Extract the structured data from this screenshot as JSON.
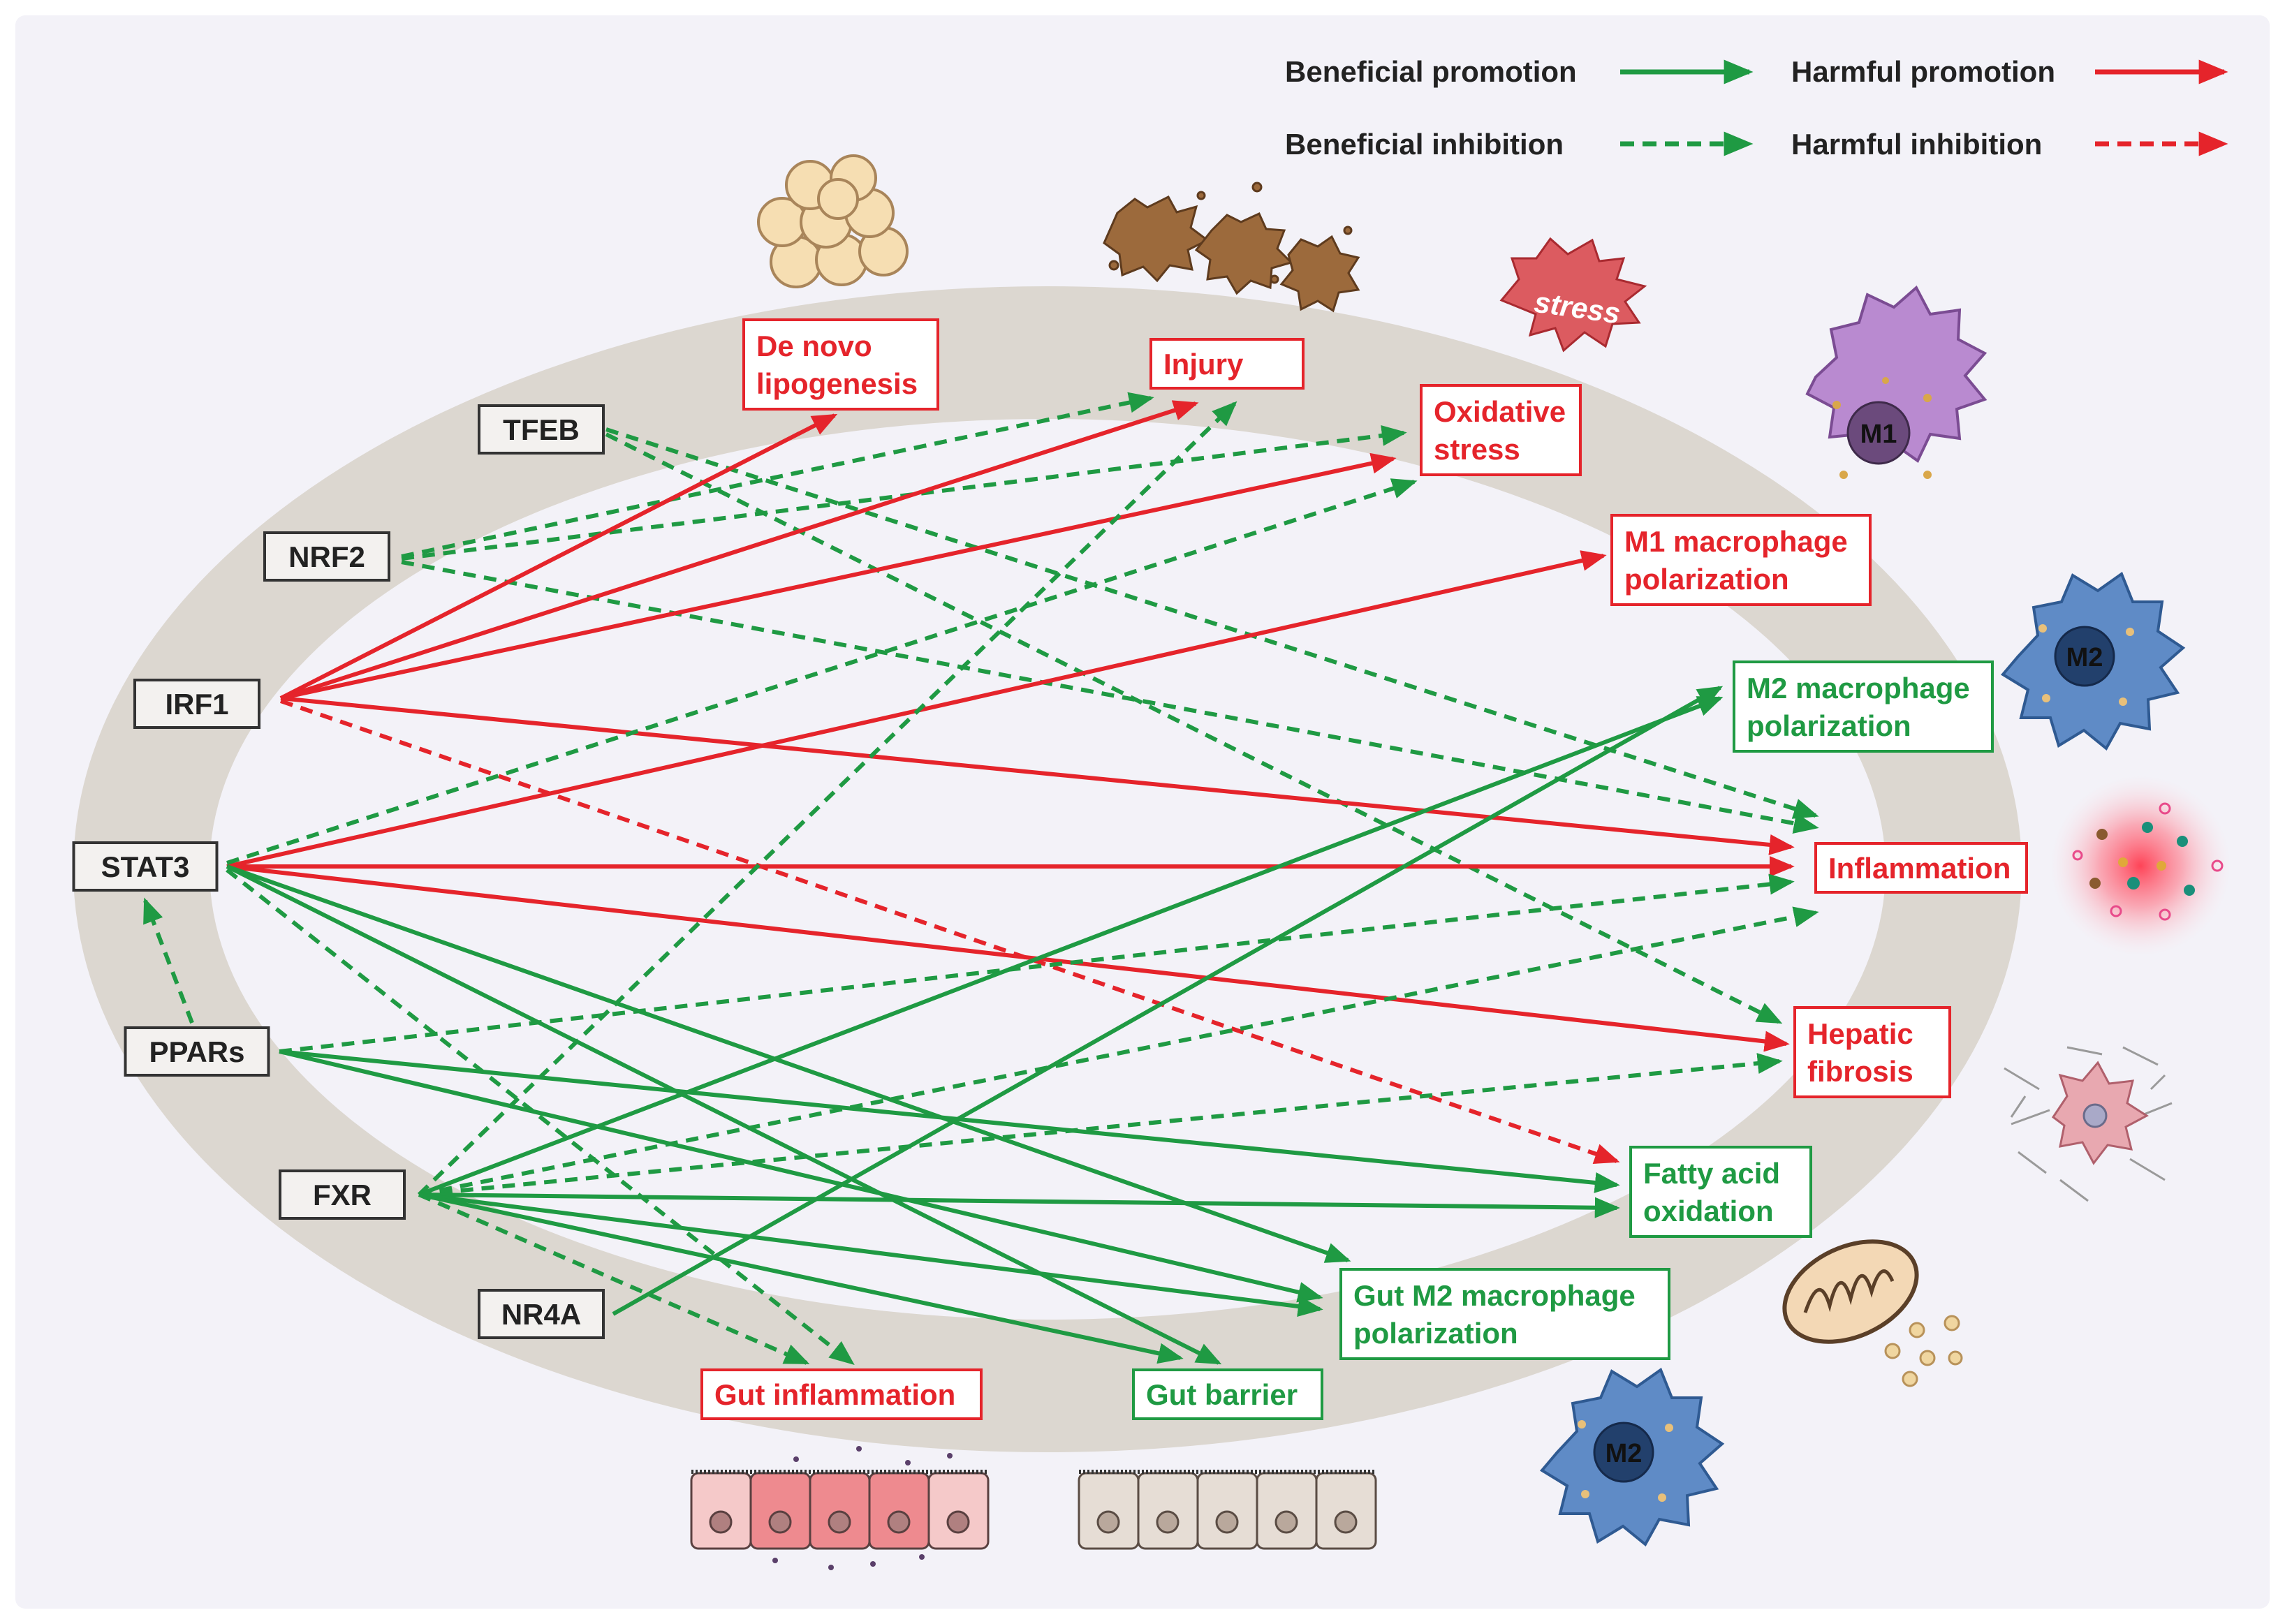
{
  "legend": {
    "beneficial_promotion": "Beneficial promotion",
    "harmful_promotion": "Harmful promotion",
    "beneficial_inhibition": "Beneficial inhibition",
    "harmful_inhibition": "Harmful inhibition"
  },
  "colors": {
    "beneficial": "#1f9a43",
    "harmful": "#e5242b",
    "node_border": "#333333",
    "node_fill": "#f3f1ef",
    "ellipse": "#dcd7d0",
    "background": "#f3f2f8"
  },
  "regulators": [
    {
      "id": "TFEB",
      "label": "TFEB"
    },
    {
      "id": "NRF2",
      "label": "NRF2"
    },
    {
      "id": "IRF1",
      "label": "IRF1"
    },
    {
      "id": "STAT3",
      "label": "STAT3"
    },
    {
      "id": "PPARs",
      "label": "PPARs"
    },
    {
      "id": "FXR",
      "label": "FXR"
    },
    {
      "id": "NR4A",
      "label": "NR4A"
    }
  ],
  "outcomes": [
    {
      "id": "DNL",
      "lines": [
        "De novo",
        "lipogenesis"
      ],
      "type": "harmful"
    },
    {
      "id": "INJ",
      "lines": [
        "Injury"
      ],
      "type": "harmful"
    },
    {
      "id": "OX",
      "lines": [
        "Oxidative",
        "stress"
      ],
      "type": "harmful"
    },
    {
      "id": "M1",
      "lines": [
        "M1 macrophage",
        "polarization"
      ],
      "type": "harmful"
    },
    {
      "id": "M2",
      "lines": [
        "M2 macrophage",
        "polarization"
      ],
      "type": "beneficial"
    },
    {
      "id": "INF",
      "lines": [
        "Inflammation"
      ],
      "type": "harmful"
    },
    {
      "id": "HF",
      "lines": [
        "Hepatic",
        "fibrosis"
      ],
      "type": "harmful"
    },
    {
      "id": "FAO",
      "lines": [
        "Fatty acid",
        "oxidation"
      ],
      "type": "beneficial"
    },
    {
      "id": "GM2",
      "lines": [
        "Gut M2 macrophage",
        "polarization"
      ],
      "type": "beneficial"
    },
    {
      "id": "GI",
      "lines": [
        "Gut inflammation"
      ],
      "type": "harmful"
    },
    {
      "id": "GB",
      "lines": [
        "Gut barrier"
      ],
      "type": "beneficial"
    }
  ],
  "edges": [
    {
      "from": "TFEB",
      "to": "INF",
      "kind": "beneficial_inhibition"
    },
    {
      "from": "TFEB",
      "to": "HF",
      "kind": "beneficial_inhibition"
    },
    {
      "from": "NRF2",
      "to": "INJ",
      "kind": "beneficial_inhibition"
    },
    {
      "from": "NRF2",
      "to": "OX",
      "kind": "beneficial_inhibition"
    },
    {
      "from": "NRF2",
      "to": "INF",
      "kind": "beneficial_inhibition"
    },
    {
      "from": "IRF1",
      "to": "DNL",
      "kind": "harmful_promotion"
    },
    {
      "from": "IRF1",
      "to": "INJ",
      "kind": "harmful_promotion"
    },
    {
      "from": "IRF1",
      "to": "OX",
      "kind": "harmful_promotion"
    },
    {
      "from": "IRF1",
      "to": "INF",
      "kind": "harmful_promotion"
    },
    {
      "from": "IRF1",
      "to": "FAO",
      "kind": "harmful_inhibition"
    },
    {
      "from": "STAT3",
      "to": "M1",
      "kind": "harmful_promotion"
    },
    {
      "from": "STAT3",
      "to": "INF",
      "kind": "harmful_promotion"
    },
    {
      "from": "STAT3",
      "to": "HF",
      "kind": "harmful_promotion"
    },
    {
      "from": "STAT3",
      "to": "OX",
      "kind": "beneficial_inhibition"
    },
    {
      "from": "STAT3",
      "to": "GI",
      "kind": "beneficial_inhibition"
    },
    {
      "from": "STAT3",
      "to": "GM2",
      "kind": "beneficial_promotion"
    },
    {
      "from": "STAT3",
      "to": "GB",
      "kind": "beneficial_promotion"
    },
    {
      "from": "PPARs",
      "to": "STAT3",
      "kind": "beneficial_inhibition"
    },
    {
      "from": "PPARs",
      "to": "INF",
      "kind": "beneficial_inhibition"
    },
    {
      "from": "PPARs",
      "to": "FAO",
      "kind": "beneficial_promotion"
    },
    {
      "from": "PPARs",
      "to": "GM2",
      "kind": "beneficial_promotion"
    },
    {
      "from": "FXR",
      "to": "INJ",
      "kind": "beneficial_inhibition"
    },
    {
      "from": "FXR",
      "to": "M2",
      "kind": "beneficial_promotion"
    },
    {
      "from": "FXR",
      "to": "INF",
      "kind": "beneficial_inhibition"
    },
    {
      "from": "FXR",
      "to": "HF",
      "kind": "beneficial_inhibition"
    },
    {
      "from": "FXR",
      "to": "FAO",
      "kind": "beneficial_promotion"
    },
    {
      "from": "FXR",
      "to": "GM2",
      "kind": "beneficial_promotion"
    },
    {
      "from": "FXR",
      "to": "GB",
      "kind": "beneficial_promotion"
    },
    {
      "from": "FXR",
      "to": "GI",
      "kind": "beneficial_inhibition"
    },
    {
      "from": "NR4A",
      "to": "M2",
      "kind": "beneficial_promotion"
    }
  ],
  "icons": [
    {
      "id": "lipid-droplets",
      "name": "lipid-droplets-icon"
    },
    {
      "id": "injured-tissue",
      "name": "injured-tissue-icon"
    },
    {
      "id": "stress-burst",
      "name": "stress-burst-icon",
      "label": "stress"
    },
    {
      "id": "m1-macrophage",
      "name": "m1-macrophage-icon",
      "label": "M1"
    },
    {
      "id": "m2-macrophage",
      "name": "m2-macrophage-icon",
      "label": "M2"
    },
    {
      "id": "inflammation-glow",
      "name": "inflammation-cells-icon"
    },
    {
      "id": "fibrosis-cell",
      "name": "fibrotic-stellate-cell-icon"
    },
    {
      "id": "mitochondrion",
      "name": "mitochondrion-icon"
    },
    {
      "id": "gut-m2-macrophage",
      "name": "gut-m2-macrophage-icon",
      "label": "M2"
    },
    {
      "id": "inflamed-epithelium",
      "name": "inflamed-gut-epithelium-icon"
    },
    {
      "id": "healthy-epithelium",
      "name": "healthy-gut-epithelium-icon"
    }
  ]
}
